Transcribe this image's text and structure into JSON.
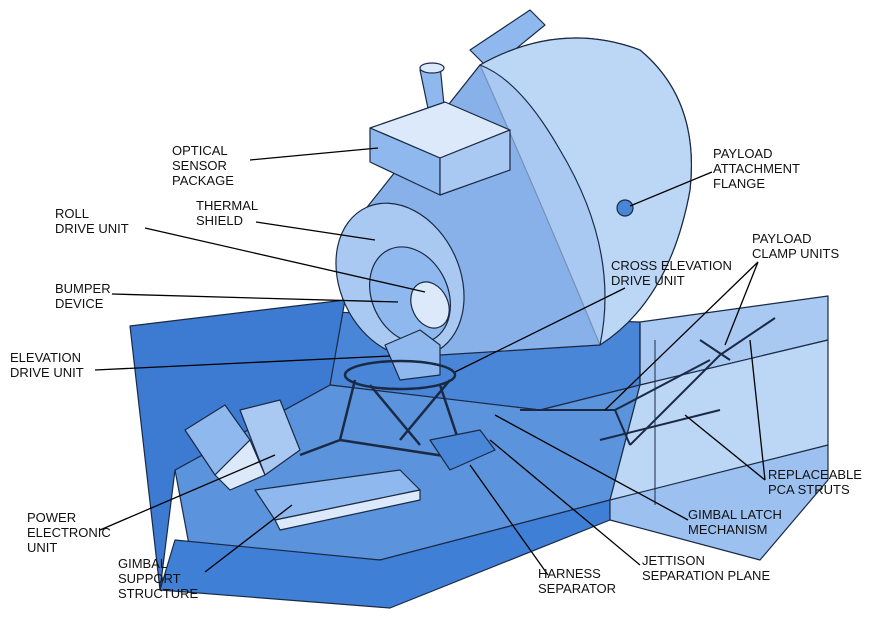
{
  "colors": {
    "dark_blue": "#4a86d8",
    "mid_blue": "#8fb9ee",
    "light_blue": "#bcd6f6",
    "pale_blue": "#dbe9fb",
    "outline": "#1a2a44"
  },
  "labels": {
    "optical_sensor_package": [
      "OPTICAL",
      "SENSOR",
      "PACKAGE"
    ],
    "roll_drive_unit": [
      "ROLL",
      "DRIVE UNIT"
    ],
    "thermal_shield": [
      "THERMAL",
      "SHIELD"
    ],
    "bumper_device": [
      "BUMPER",
      "DEVICE"
    ],
    "elevation_drive_unit": [
      "ELEVATION",
      "DRIVE UNIT"
    ],
    "payload_attachment_flange": [
      "PAYLOAD",
      "ATTACHMENT",
      "FLANGE"
    ],
    "payload_clamp_units": [
      "PAYLOAD",
      "CLAMP UNITS"
    ],
    "cross_elevation_drive_unit": [
      "CROSS ELEVATION",
      "DRIVE UNIT"
    ],
    "replaceable_pca_struts": [
      "REPLACEABLE",
      "PCA STRUTS"
    ],
    "gimbal_latch_mechanism": [
      "GIMBAL LATCH",
      "MECHANISM"
    ],
    "jettison_separation_plane": [
      "JETTISON",
      "SEPARATION PLANE"
    ],
    "harness_separator": [
      "HARNESS",
      "SEPARATOR"
    ],
    "power_electronic_unit": [
      "POWER",
      "ELECTRONIC",
      "UNIT"
    ],
    "gimbal_support_structure": [
      "GIMBAL",
      "SUPPORT",
      "STRUCTURE"
    ]
  }
}
